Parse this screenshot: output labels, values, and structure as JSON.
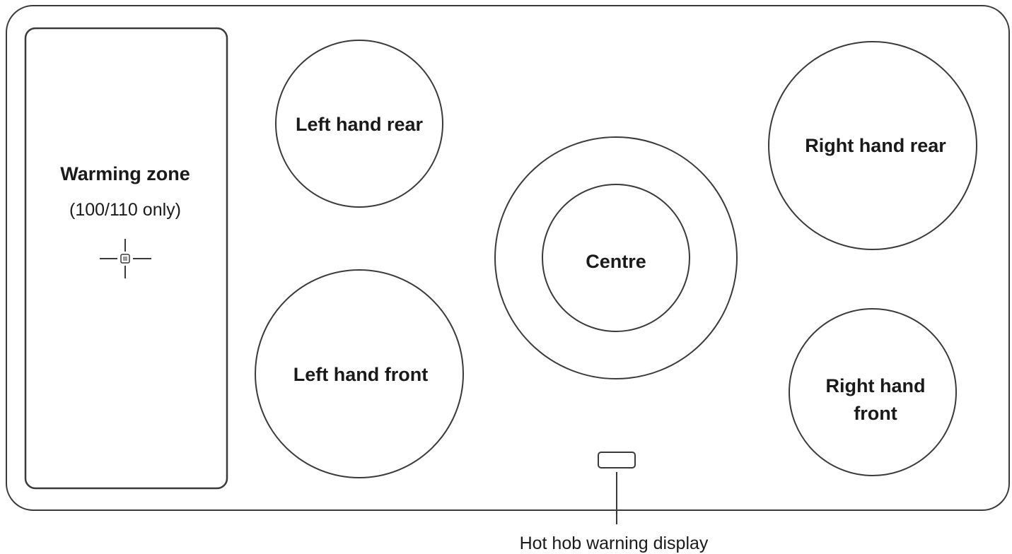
{
  "hob": {
    "warming_zone": {
      "title": "Warming zone",
      "note": "(100/110 only)"
    },
    "zones": {
      "left_rear": "Left hand rear",
      "left_front": "Left hand front",
      "centre": "Centre",
      "right_rear": "Right hand rear",
      "right_front_line1": "Right hand",
      "right_front_line2": "front"
    },
    "warning_display": "Hot hob warning display"
  }
}
